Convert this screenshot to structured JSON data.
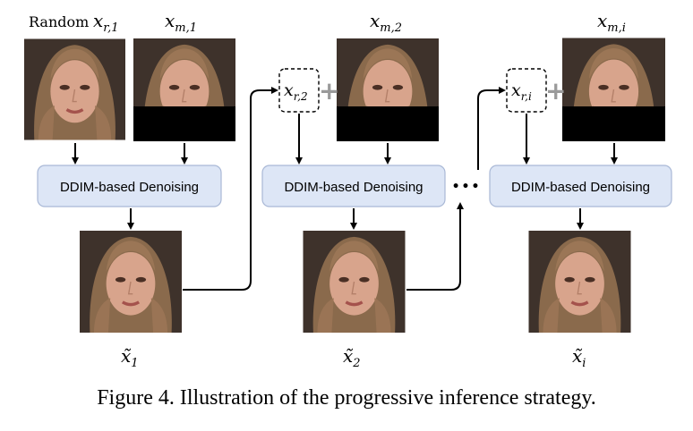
{
  "labels": {
    "random_prefix": "Random",
    "x_r1": "x",
    "x_r1_sub": "r,1",
    "x_m1": "x",
    "x_m1_sub": "m,1",
    "x_m2": "x",
    "x_m2_sub": "m,2",
    "x_mi": "x",
    "x_mi_sub": "m,i",
    "x_r2": "x",
    "x_r2_sub": "r,2",
    "x_ri": "x",
    "x_ri_sub": "r,i",
    "out1": "x̃",
    "out1_sub": "1",
    "out2": "x̃",
    "out2_sub": "2",
    "outi": "x̃",
    "outi_sub": "i"
  },
  "boxes": {
    "denoise1": "DDIM-based Denoising",
    "denoise2": "DDIM-based Denoising",
    "denoise3": "DDIM-based Denoising"
  },
  "ellipsis": "•••",
  "plus": "+",
  "caption": "Figure 4. Illustration of the progressive inference strategy.",
  "colors": {
    "box_fill": "#dde6f6",
    "box_stroke": "#a9b8d6",
    "mask": "#000000",
    "plus": "#9a9a9a",
    "arrow": "#000000"
  }
}
